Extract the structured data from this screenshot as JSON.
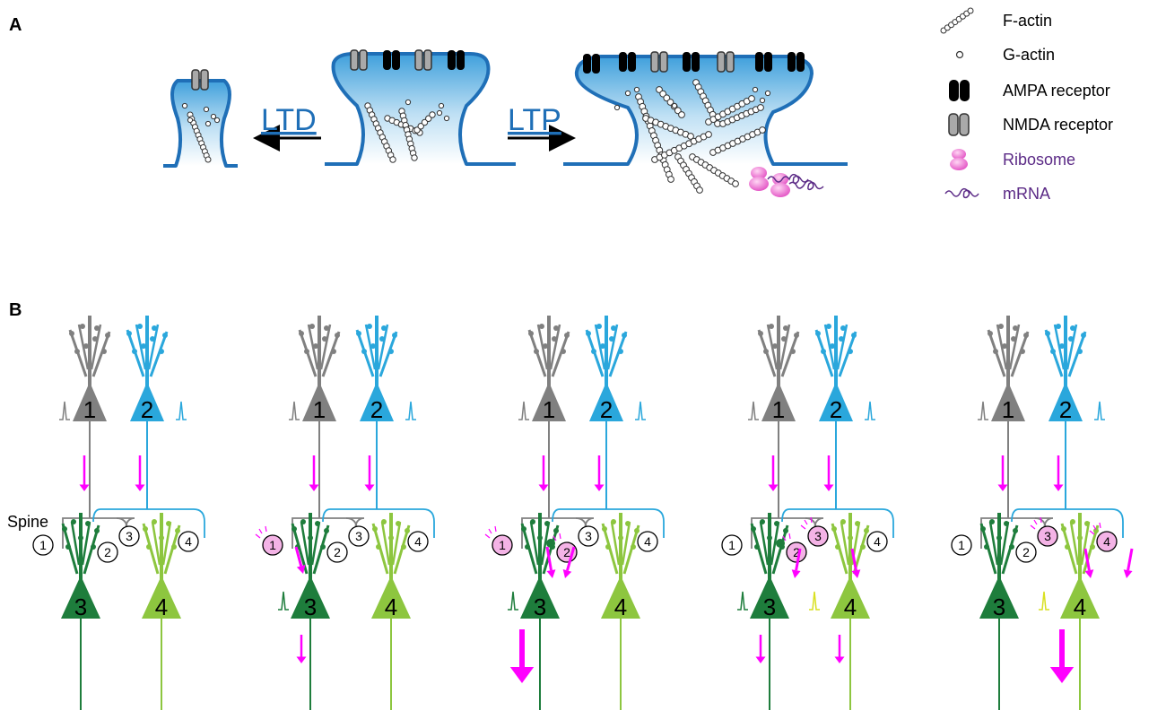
{
  "panel_a": {
    "label": "A",
    "ltd_label": "LTD",
    "ltp_label": "LTP"
  },
  "legend": {
    "items": [
      {
        "text": "F-actin",
        "icon": "f-actin-icon",
        "color": "#000000"
      },
      {
        "text": "G-actin",
        "icon": "g-actin-icon",
        "color": "#000000"
      },
      {
        "text": "AMPA receptor",
        "icon": "ampa-receptor-icon",
        "color": "#000000"
      },
      {
        "text": "NMDA receptor",
        "icon": "nmda-receptor-icon",
        "color": "#000000"
      },
      {
        "text": "Ribosome",
        "icon": "ribosome-icon",
        "color": "#5b2a86"
      },
      {
        "text": "mRNA",
        "icon": "mrna-icon",
        "color": "#5b2a86"
      }
    ]
  },
  "panel_b": {
    "label": "B",
    "spine_label": "Spine",
    "neuron_numbers": [
      "1",
      "2",
      "3",
      "4"
    ],
    "spine_numbers": [
      "1",
      "2",
      "3",
      "4"
    ]
  },
  "colors": {
    "spine_blue": "#1f6fb7",
    "gray": "#808080",
    "cyan": "#2aa7dc",
    "dark_green": "#1e7d3c",
    "light_green": "#8dc63f",
    "magenta": "#ff00ff",
    "active_spine": "#f4b3e6",
    "purple_text": "#5b2a86"
  }
}
